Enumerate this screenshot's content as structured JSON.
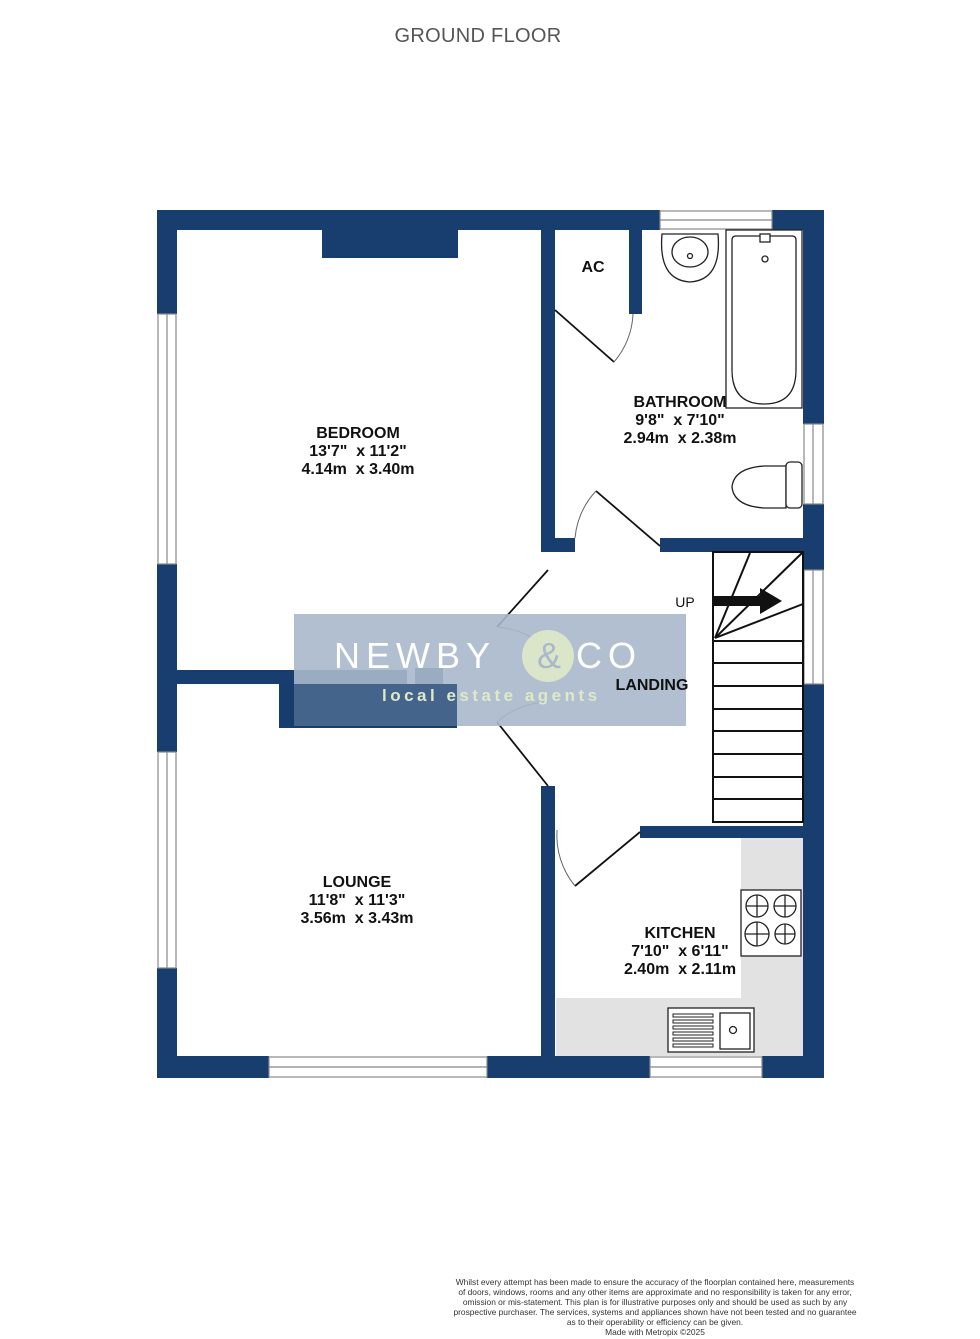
{
  "floor_title": "GROUND FLOOR",
  "colors": {
    "wall": "#173e6f",
    "watermark_bg": "#a9b8cb",
    "watermark_accent": "#dfe9c8",
    "counter": "#e2e2e2"
  },
  "rooms": {
    "bedroom": {
      "name": "BEDROOM",
      "imperial": "13'7\"  x 11'2\"",
      "metric": "4.14m  x 3.40m"
    },
    "bathroom": {
      "name": "BATHROOM",
      "imperial": "9'8\"  x 7'10\"",
      "metric": "2.94m  x 2.38m"
    },
    "ac": {
      "name": "AC"
    },
    "landing": {
      "name": "LANDING"
    },
    "lounge": {
      "name": "LOUNGE",
      "imperial": "11'8\"  x 11'3\"",
      "metric": "3.56m  x 3.43m"
    },
    "kitchen": {
      "name": "KITCHEN",
      "imperial": "7'10\"  x 6'11\"",
      "metric": "2.40m  x 2.11m"
    }
  },
  "stairs": {
    "direction_label": "UP"
  },
  "watermark": {
    "brand_left": "NEWBY",
    "brand_amp": "&",
    "brand_right": "CO",
    "tagline": "local estate agents"
  },
  "disclaimer": {
    "lines": [
      "Whilst every attempt has been made to ensure the accuracy of the floorplan contained here, measurements",
      "of doors, windows, rooms and any other items are approximate and no responsibility is taken for any error,",
      "omission or mis-statement. This plan is for illustrative purposes only and should be used as such by any",
      "prospective purchaser. The services, systems and appliances shown have not been tested and no guarantee",
      "as to their operability or efficiency can be given."
    ],
    "credit": "Made with Metropix ©2025"
  }
}
